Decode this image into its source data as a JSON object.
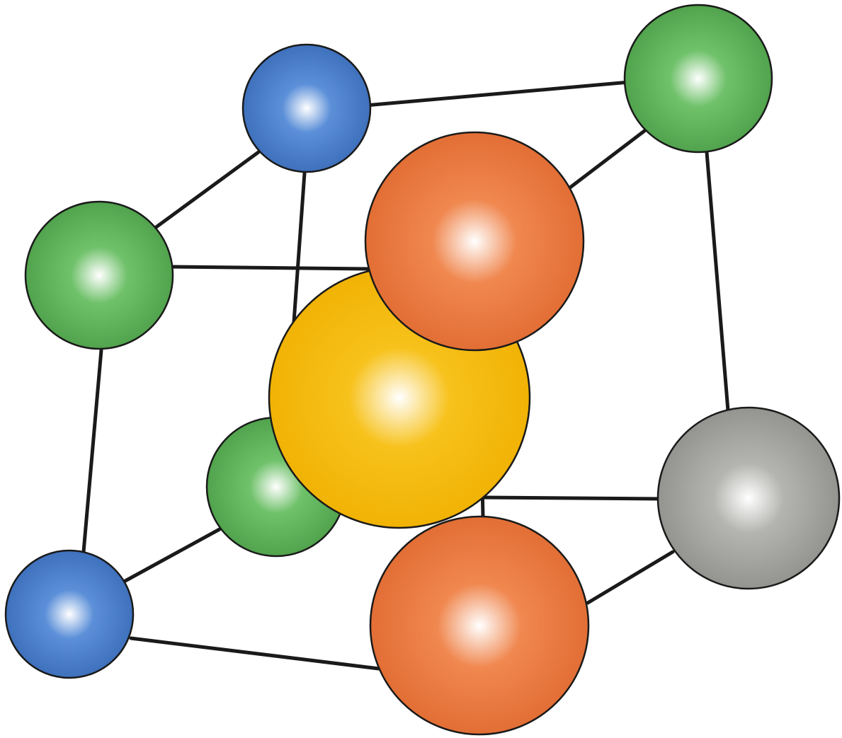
{
  "diagram": {
    "kind": "crystal-lattice-unit-cell",
    "background_color": "#ffffff",
    "bond_color": "#1a1a1a",
    "atom_colors": {
      "blue": {
        "base": "#5b8fd8",
        "highlight": "#ffffff",
        "shadow": "#3a6cb8"
      },
      "green": {
        "base": "#6fc16a",
        "highlight": "#ffffff",
        "shadow": "#4c9e48"
      },
      "orange": {
        "base": "#f08850",
        "highlight": "#ffffff",
        "shadow": "#e06a30"
      },
      "yellow": {
        "base": "#f7c21c",
        "highlight": "#ffffff",
        "shadow": "#f0b000"
      },
      "gray": {
        "base": "#b4b4b0",
        "highlight": "#ffffff",
        "shadow": "#8e8e8a"
      }
    },
    "atoms": [
      {
        "id": "blue-top",
        "color": "blue"
      },
      {
        "id": "green-top-right",
        "color": "green"
      },
      {
        "id": "green-left",
        "color": "green"
      },
      {
        "id": "green-back",
        "color": "green"
      },
      {
        "id": "yellow-center",
        "color": "yellow"
      },
      {
        "id": "orange-top",
        "color": "orange"
      },
      {
        "id": "gray-right",
        "color": "gray"
      },
      {
        "id": "blue-bottom-left",
        "color": "blue"
      },
      {
        "id": "orange-bottom",
        "color": "orange"
      }
    ],
    "bonds": [
      {
        "from": "blue-top",
        "to": "green-top-right"
      },
      {
        "from": "blue-top",
        "to": "green-left"
      },
      {
        "from": "blue-top",
        "to": "yellow-center"
      },
      {
        "from": "green-left",
        "to": "orange-top"
      },
      {
        "from": "green-left",
        "to": "blue-bottom-left"
      },
      {
        "from": "green-top-right",
        "to": "orange-top"
      },
      {
        "from": "green-top-right",
        "to": "gray-right"
      },
      {
        "from": "orange-top",
        "to": "orange-bottom"
      },
      {
        "from": "gray-right",
        "to": "orange-bottom"
      },
      {
        "from": "gray-right",
        "to": "orange-bottom-junction"
      },
      {
        "from": "blue-bottom-left",
        "to": "green-back"
      },
      {
        "from": "blue-bottom-left",
        "to": "orange-bottom"
      }
    ]
  }
}
